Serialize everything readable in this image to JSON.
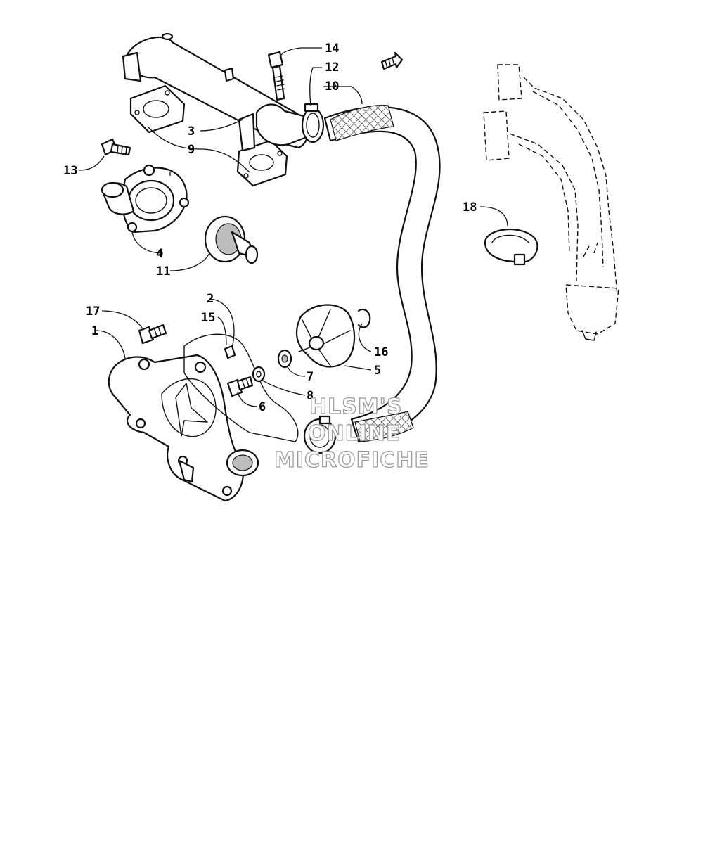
{
  "callouts": [
    {
      "id": "c1",
      "number": "1"
    },
    {
      "id": "c2",
      "number": "2"
    },
    {
      "id": "c3",
      "number": "3"
    },
    {
      "id": "c4",
      "number": "4"
    },
    {
      "id": "c5",
      "number": "5"
    },
    {
      "id": "c6",
      "number": "6"
    },
    {
      "id": "c7",
      "number": "7"
    },
    {
      "id": "c8",
      "number": "8"
    },
    {
      "id": "c9",
      "number": "9"
    },
    {
      "id": "c10",
      "number": "10"
    },
    {
      "id": "c11",
      "number": "11"
    },
    {
      "id": "c12",
      "number": "12"
    },
    {
      "id": "c13",
      "number": "13"
    },
    {
      "id": "c14",
      "number": "14"
    },
    {
      "id": "c15",
      "number": "15"
    },
    {
      "id": "c16",
      "number": "16"
    },
    {
      "id": "c17",
      "number": "17"
    },
    {
      "id": "c18",
      "number": "18"
    }
  ],
  "watermark": {
    "line1": "HLSM'S",
    "line2": "ONLINE",
    "line3": "MICROFICHE"
  }
}
